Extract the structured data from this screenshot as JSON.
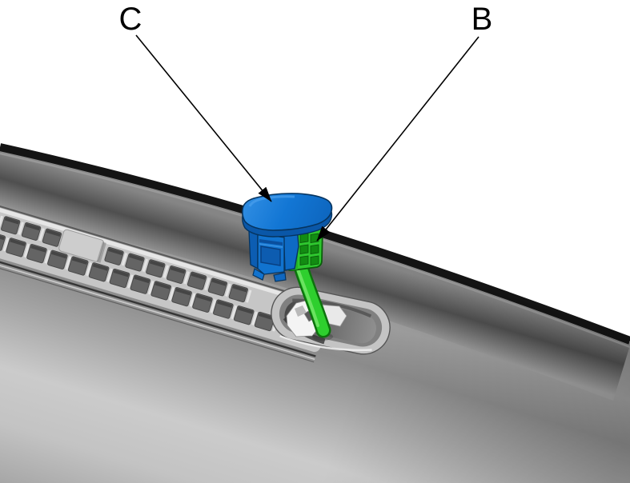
{
  "figure": {
    "background_color": "#ffffff",
    "callouts": [
      {
        "label": "C",
        "points_to": "blue-connector-cap"
      },
      {
        "label": "B",
        "points_to": "green-harness-connector"
      }
    ],
    "colors": {
      "cap_blue": "#1378d8",
      "cap_blue_dark": "#0a57a8",
      "connector_green": "#2ec72e",
      "connector_green_dark": "#128c12",
      "cable_green": "#2ecf2e",
      "cowl_edge_black": "#141414",
      "panel_gray_dark": "#4f4f4f",
      "panel_gray_light": "#cbcbcb",
      "grille_gray": "#c6c6c6",
      "grille_hole_gray": "#646464",
      "callout_line": "#000000"
    }
  }
}
